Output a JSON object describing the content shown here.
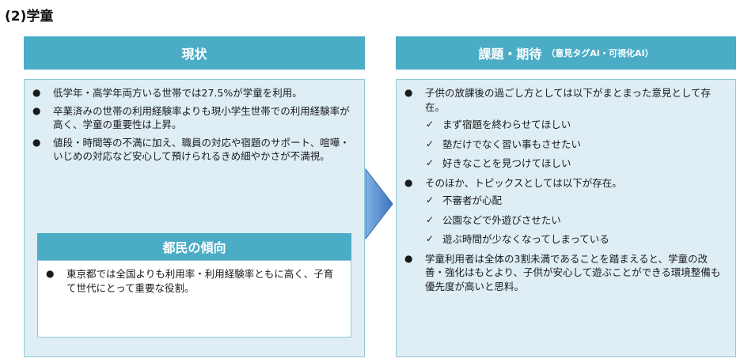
{
  "section_title": "(2)学童",
  "left": {
    "header": "現状",
    "bullets": [
      "低学年・高学年両方いる世帯では27.5%が学童を利用。",
      "卒業済みの世帯の利用経験率よりも現小学生世帯での利用経験率が高く、学童の重要性は上昇。",
      "値段・時間等の不満に加え、職員の対応や宿題のサポート、喧嘩・いじめの対応など安心して預けられるきめ細やかさが不満視。"
    ],
    "tokyo": {
      "header": "都民の傾向",
      "bullets": [
        "東京都では全国よりも利用率・利用経験率ともに高く、子育て世代にとって重要な役割。"
      ]
    }
  },
  "right": {
    "header": "課題・期待",
    "header_sub": "（意見タグAI・可視化AI）",
    "bullet1": "子供の放課後の過ごし方としては以下がまとまった意見として存在。",
    "checks1": [
      "まず宿題を終わらせてほしい",
      "塾だけでなく習い事もさせたい",
      "好きなことを見つけてほしい"
    ],
    "bullet2": "そのほか、トピックスとしては以下が存在。",
    "checks2": [
      "不審者が心配",
      "公園などで外遊びさせたい",
      "遊ぶ時間が少なくなってしまっている"
    ],
    "bullet3": "学童利用者は全体の3割未満であることを踏まえると、学童の改善・強化はもとより、子供が安心して遊ぶことができる環境整備も優先度が高いと思料。"
  },
  "glyphs": {
    "bullet": "●",
    "check": "✓"
  },
  "colors": {
    "header": "#4bacc6",
    "panel": "#deeef4",
    "arrow": "#4a7fc4"
  }
}
